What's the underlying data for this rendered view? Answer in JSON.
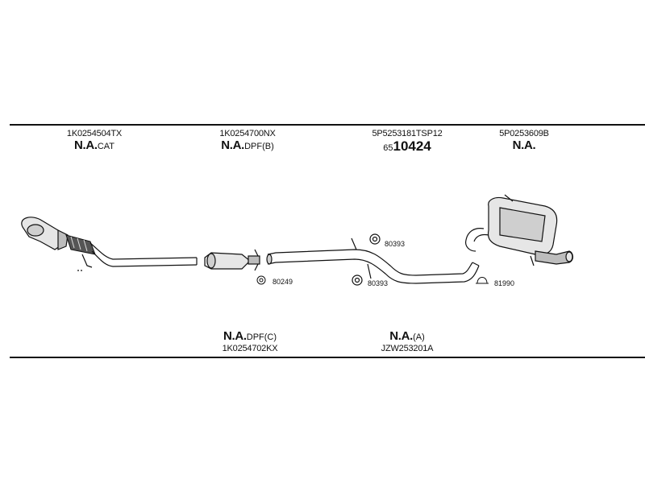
{
  "top_labels": [
    {
      "code": "1K0254504TX",
      "status": "N.A.",
      "suffix": "CAT"
    },
    {
      "code": "1K0254700NX",
      "status": "N.A.",
      "suffix": "DPF(B)"
    },
    {
      "code": "5P5253181TSP12",
      "prefix": "65",
      "number": "10424"
    },
    {
      "code": "5P0253609B",
      "status": "N.A.",
      "suffix": ""
    }
  ],
  "bottom_labels": [
    {
      "status": "N.A.",
      "suffix": "DPF(C)",
      "code": "1K0254702KX"
    },
    {
      "status": "N.A.",
      "suffix": "(A)",
      "code": "JZW253201A"
    }
  ],
  "part_numbers": {
    "gasket_80249": "80249",
    "clamp_upper": "80393",
    "clamp_lower": "80393",
    "hanger_81990": "81990"
  },
  "colors": {
    "line": "#111111",
    "part_fill": "#e6e6e6",
    "part_dark": "#555555"
  }
}
